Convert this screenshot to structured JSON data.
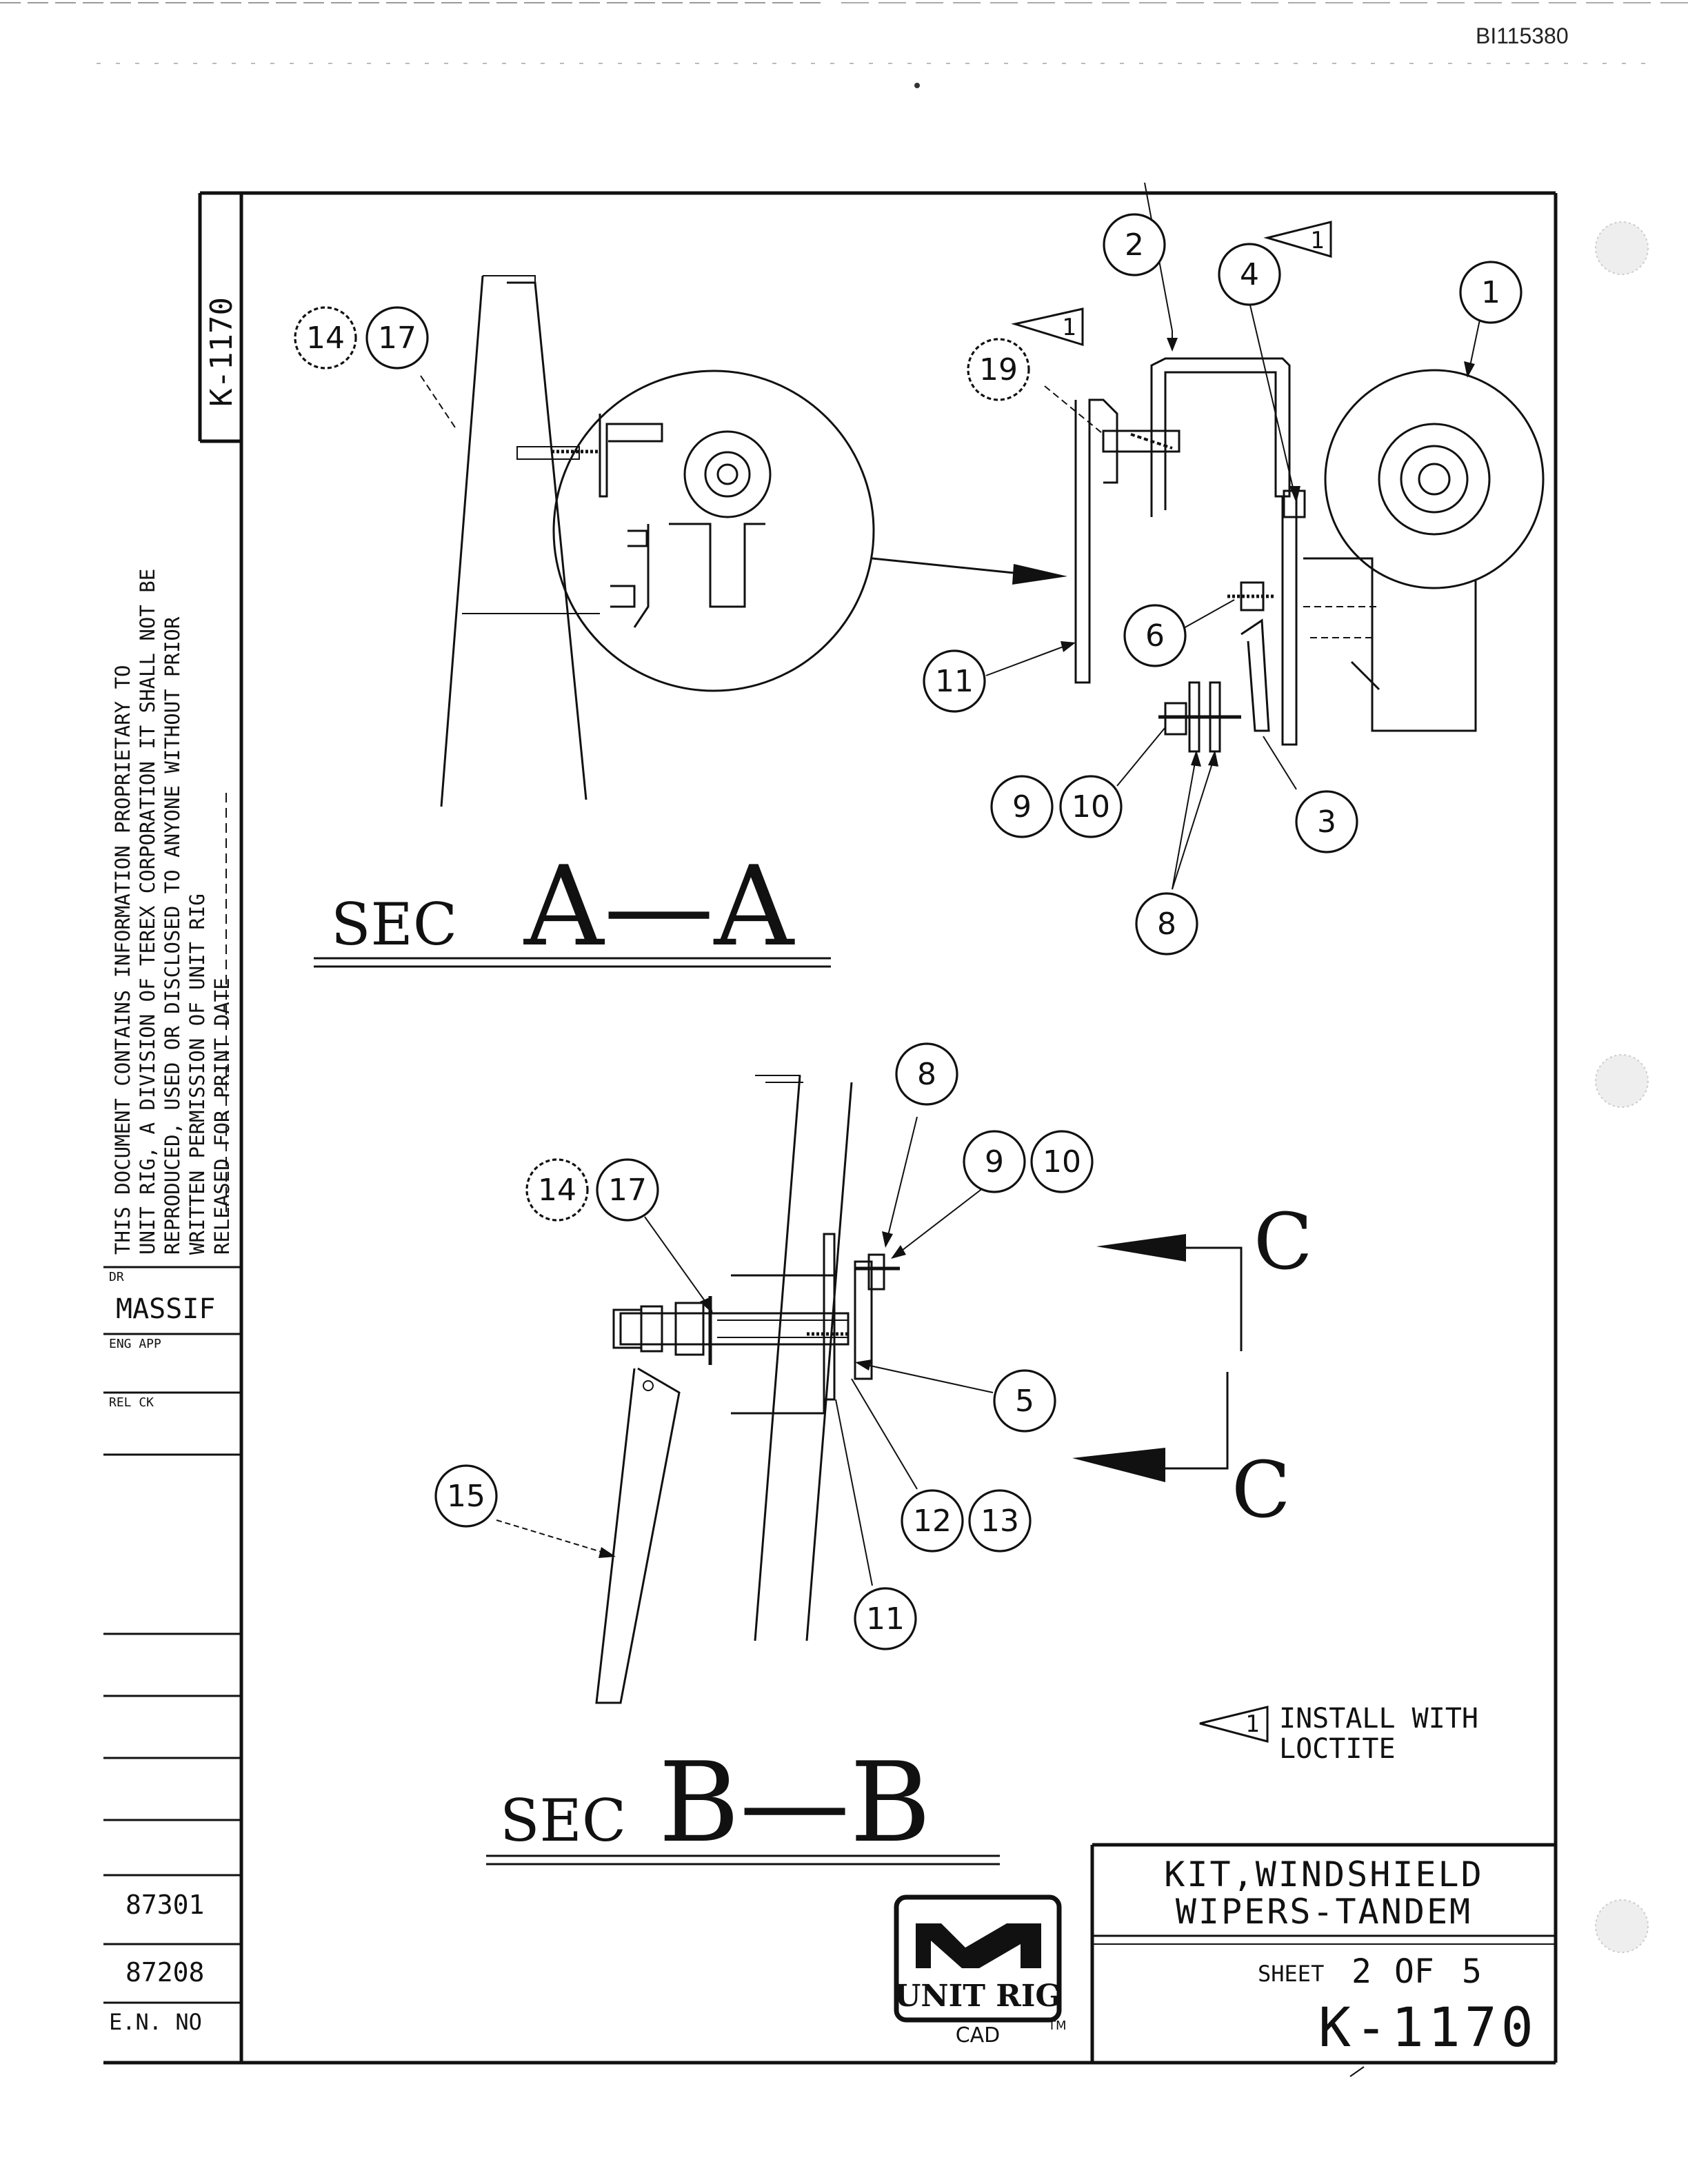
{
  "doc_id": "BI115380",
  "drawing_number": "K-1170",
  "border_vertical_number": "K-1170",
  "proprietary_notice": [
    "THIS DOCUMENT CONTAINS INFORMATION PROPRIETARY TO",
    "UNIT RIG, A DIVISION OF TEREX CORPORATION IT SHALL NOT BE",
    "REPRODUCED, USED OR DISCLOSED TO ANYONE WITHOUT PRIOR",
    "WRITTEN PERMISSION OF UNIT RIG",
    "RELEASED FOR PRINT DATE"
  ],
  "side_block": {
    "drawn_label": "DR",
    "drawn_by": "MASSIF",
    "eng_app_label": "ENG APP",
    "rel_ck_label": "REL CK",
    "eco_1": "87301",
    "eco_2": "87208",
    "en_no_label": "E.N. NO"
  },
  "section_aa": {
    "prefix": "SEC",
    "letters": "A—A"
  },
  "section_bb": {
    "prefix": "SEC",
    "letters": "B—B"
  },
  "section_cc": {
    "top": "C",
    "bottom": "C"
  },
  "balloons_aa": [
    "14",
    "17",
    "2",
    "4",
    "1",
    "19",
    "6",
    "11",
    "9",
    "10",
    "3",
    "8"
  ],
  "balloons_bb": [
    "8",
    "9",
    "10",
    "14",
    "17",
    "5",
    "15",
    "12",
    "13",
    "11"
  ],
  "flag_note_number": "1",
  "note": [
    "INSTALL WITH",
    "LOCTITE"
  ],
  "title_block": {
    "title_line1": "KIT,WINDSHIELD",
    "title_line2": "WIPERS-TANDEM",
    "sheet_label": "SHEET",
    "sheet_number": "2",
    "sheet_of": "OF",
    "sheet_total": "5",
    "drawing_number": "K-1170"
  },
  "logo": {
    "text": "UNIT RIG",
    "sub": "CAD",
    "tm": "TM"
  }
}
